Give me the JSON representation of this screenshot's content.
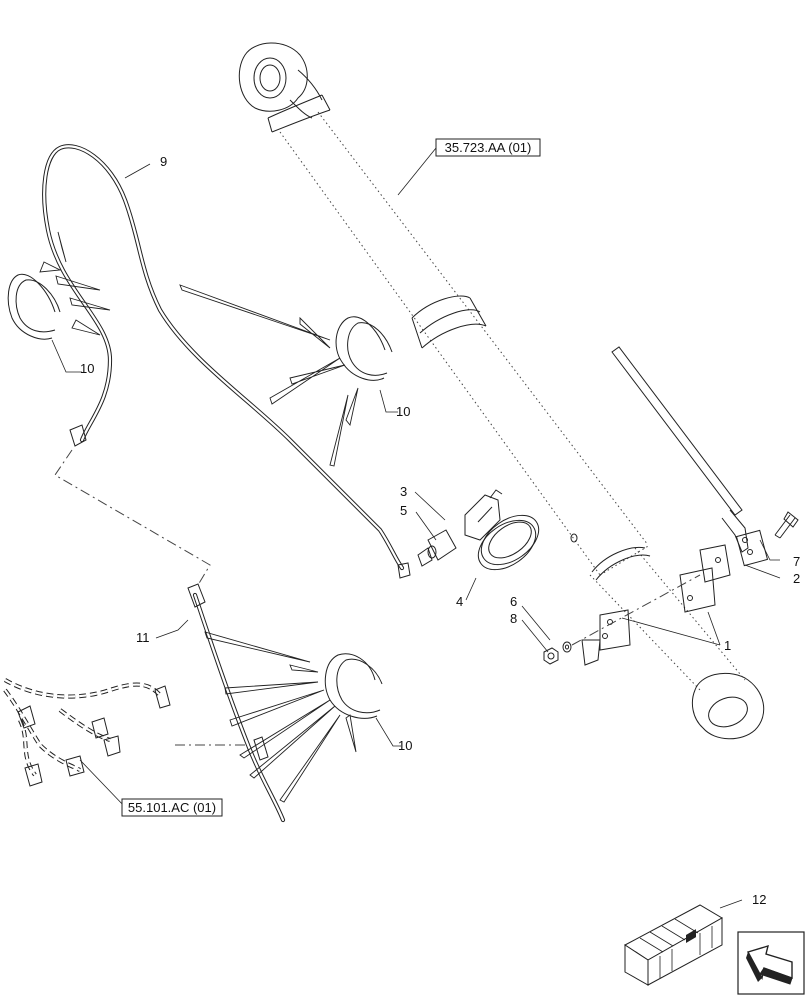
{
  "parts": {
    "p1": "1",
    "p2": "2",
    "p3": "3",
    "p4": "4",
    "p5": "5",
    "p6": "6",
    "p7": "7",
    "p8": "8",
    "p9": "9",
    "p10a": "10",
    "p10b": "10",
    "p10c": "10",
    "p11": "11",
    "p12": "12"
  },
  "references": {
    "cylinder_ref": "35.723.AA (01)",
    "harness_ref": "55.101.AC (01)"
  },
  "icons": {
    "nav": "arrow-icon",
    "kit": "crate-icon"
  }
}
